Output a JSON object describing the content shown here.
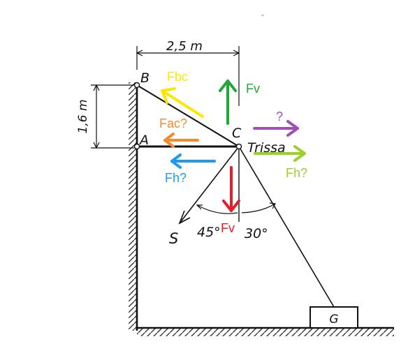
{
  "points": {
    "B": "B",
    "A": "A",
    "C": "C",
    "S": "S",
    "G": "G"
  },
  "dimensions": {
    "width": "2,5 m",
    "height": "1,6 m"
  },
  "angles": {
    "left": "45°",
    "right": "30°"
  },
  "annotations": {
    "trissa": "Trissa"
  },
  "forces": {
    "fbc": {
      "label": "Fbc",
      "color": "#ffe600"
    },
    "fv_up": {
      "label": "Fv",
      "color": "#22a838"
    },
    "unknown": {
      "label": "?",
      "color": "#a24fb4"
    },
    "fac": {
      "label": "Fac?",
      "color": "#f28a30"
    },
    "fh_right": {
      "label": "Fh?",
      "color": "#9ad12b"
    },
    "fh_left": {
      "label": "Fh?",
      "color": "#1e9bea"
    },
    "fv_down": {
      "label": "Fv",
      "color": "#e51f2a"
    }
  }
}
